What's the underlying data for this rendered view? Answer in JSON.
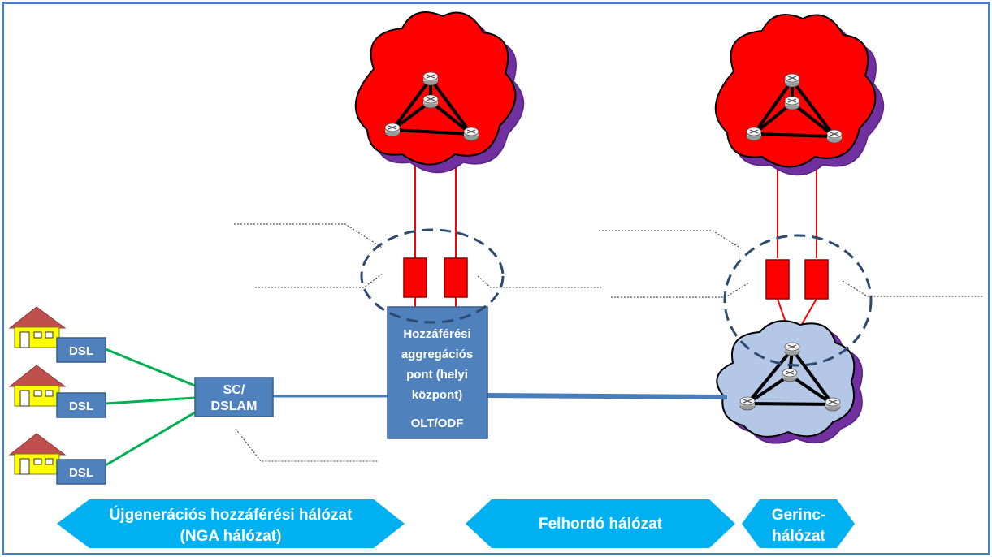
{
  "houses": [
    {
      "label": "DSL"
    },
    {
      "label": "DSL"
    },
    {
      "label": "DSL"
    }
  ],
  "dslam": {
    "line1": "SC/",
    "line2": "DSLAM"
  },
  "aggregation": {
    "lines": [
      "Hozzáférési",
      "aggregációs",
      "pont (helyi",
      "központ)"
    ],
    "sub": "OLT/ODF"
  },
  "banners": {
    "nga": {
      "line1": "Újgenerációs hozzáférési hálózat",
      "line2": "(NGA hálózat)"
    },
    "backhaul": {
      "line1": "Felhordó hálózat"
    },
    "core": {
      "line1": "Gerinc-",
      "line2": "hálózat"
    }
  },
  "colors": {
    "frame": "#4a7ebb",
    "box_fill": "#4f81bd",
    "box_stroke": "#385d8a",
    "banner": "#00b0f0",
    "access_line": "#00b050",
    "uplink": "#4a7ebb",
    "cloud_red": "#ff0000",
    "cloud_shadow": "#7030a0",
    "cloud_blue": "#b4c7e7",
    "fiber": "#ff0000",
    "house_wall": "#ffff00",
    "house_roof": "#c0504d"
  }
}
